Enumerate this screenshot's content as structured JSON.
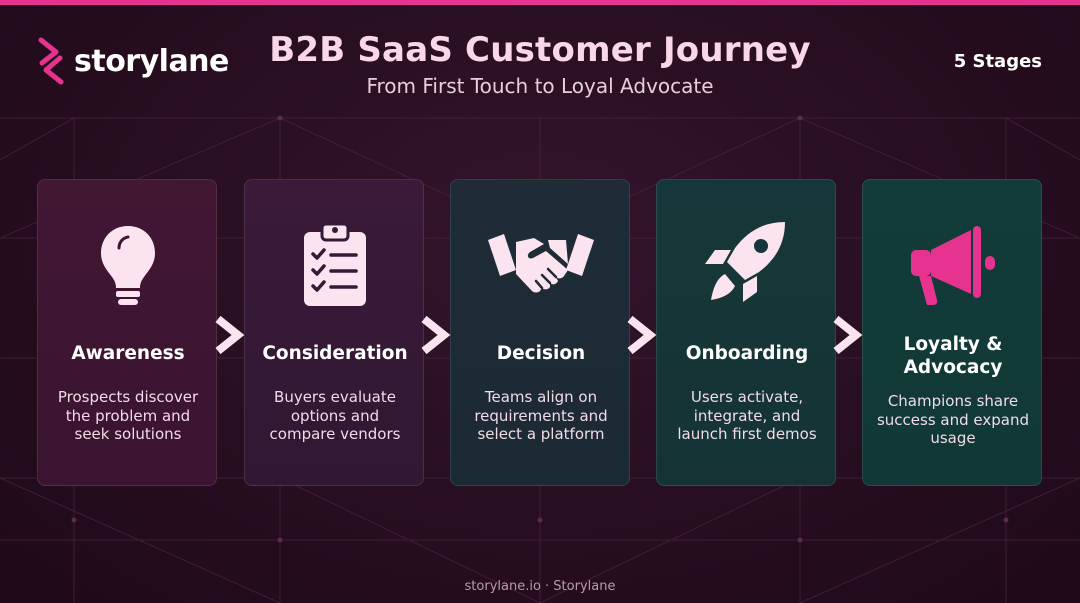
{
  "brand": {
    "name": "storylane",
    "logo_icon": "storylane-logo-icon",
    "accent": "#e6338f"
  },
  "header": {
    "title": "B2B SaaS Customer Journey",
    "subtitle": "From First Touch to Loyal Advocate",
    "stage_count": "5 Stages"
  },
  "stages": [
    {
      "name": "Awareness",
      "description": "Prospects discover the problem and seek solutions",
      "icon": "lightbulb-icon",
      "card_color": "#3e1630"
    },
    {
      "name": "Consideration",
      "description": "Buyers evaluate options and compare vendors",
      "icon": "clipboard-checklist-icon",
      "card_color": "#351a36"
    },
    {
      "name": "Decision",
      "description": "Teams align on requirements and select a platform",
      "icon": "handshake-icon",
      "card_color": "#1f2a36"
    },
    {
      "name": "Onboarding",
      "description": "Users activate, integrate, and launch first demos",
      "icon": "rocket-icon",
      "card_color": "#173538"
    },
    {
      "name": "Loyalty & Advocacy",
      "description": "Champions share success and expand usage",
      "icon": "megaphone-icon",
      "card_color": "#123a38"
    }
  ],
  "footer": {
    "text": "storylane.io · Storylane"
  }
}
